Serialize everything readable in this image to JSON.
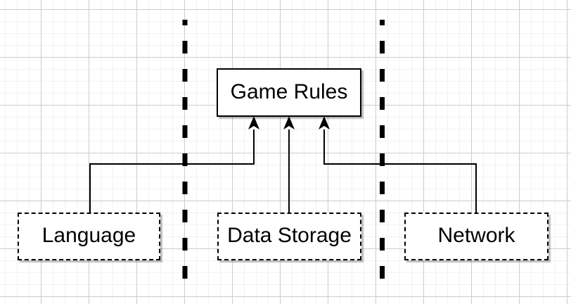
{
  "canvas": {
    "background": "#ffffff",
    "grid_minor_color": "#f2f2f2",
    "grid_major_color": "#cccccc"
  },
  "nodes": {
    "game_rules": {
      "label": "Game Rules",
      "border_style": "solid"
    },
    "language": {
      "label": "Language",
      "border_style": "dashed"
    },
    "data_storage": {
      "label": "Data Storage",
      "border_style": "dashed"
    },
    "network": {
      "label": "Network",
      "border_style": "dashed"
    }
  },
  "edges": [
    {
      "from": "Language",
      "to": "Game Rules",
      "arrow": "up"
    },
    {
      "from": "Data Storage",
      "to": "Game Rules",
      "arrow": "up"
    },
    {
      "from": "Network",
      "to": "Game Rules",
      "arrow": "up"
    }
  ],
  "separators": {
    "count": 2,
    "orientation": "vertical",
    "style": "dashed"
  },
  "colors": {
    "shape_fill": "#ffffff",
    "shape_stroke": "#000000",
    "connector": "#000000",
    "shadow": "rgba(0,0,0,0.25)"
  }
}
